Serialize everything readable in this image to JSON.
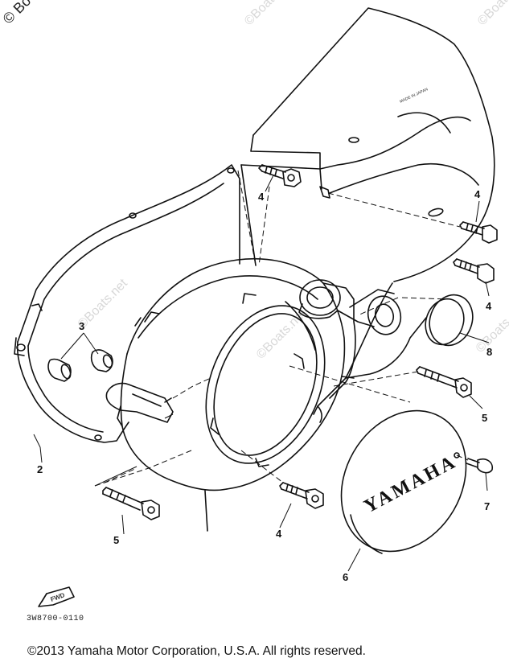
{
  "watermark": {
    "corner_text": "© Bo",
    "faint_text": "©Boats.net"
  },
  "parts": {
    "callouts": [
      {
        "id": "2",
        "label": "2"
      },
      {
        "id": "3",
        "label": "3"
      },
      {
        "id": "4a",
        "label": "4"
      },
      {
        "id": "4b",
        "label": "4"
      },
      {
        "id": "4c",
        "label": "4"
      },
      {
        "id": "4d",
        "label": "4"
      },
      {
        "id": "5a",
        "label": "5"
      },
      {
        "id": "5b",
        "label": "5"
      },
      {
        "id": "6",
        "label": "6"
      },
      {
        "id": "7",
        "label": "7"
      },
      {
        "id": "8",
        "label": "8"
      }
    ]
  },
  "cover_brand": "YAMAHA",
  "made_in_label": "MADE IN JAPAN",
  "fwd_label": "FWD",
  "diagram_code": "3W8700-0110",
  "copyright": "©2013 Yamaha Motor Corporation, U.S.A. All rights reserved."
}
